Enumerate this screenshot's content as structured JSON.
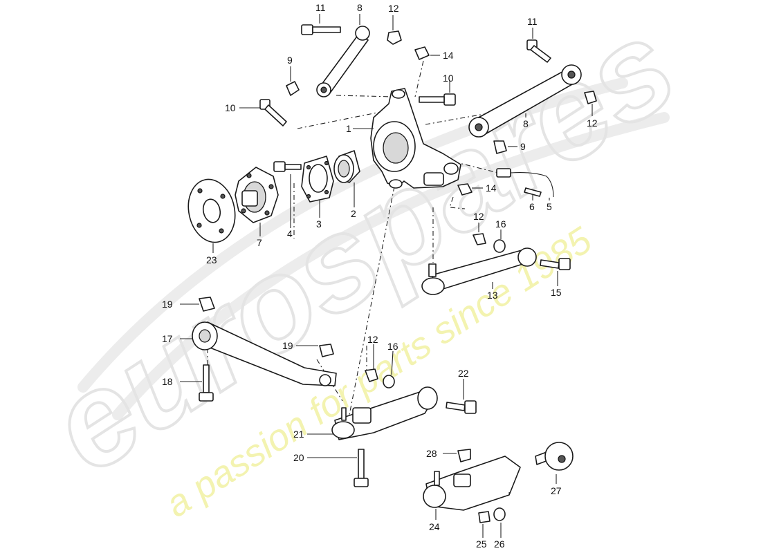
{
  "watermark": {
    "brand": "eurospares",
    "tagline": "a passion for parts since 1985",
    "brand_color": "#e6e6e6",
    "tagline_color": "#f2f2a0"
  },
  "callouts": {
    "c1": "1",
    "c2": "2",
    "c3": "3",
    "c4": "4",
    "c5": "5",
    "c6": "6",
    "c7": "7",
    "c8a": "8",
    "c8b": "8",
    "c9a": "9",
    "c9b": "9",
    "c10a": "10",
    "c10b": "10",
    "c11a": "11",
    "c11b": "11",
    "c12a": "12",
    "c12b": "12",
    "c12c": "12",
    "c12d": "12",
    "c13": "13",
    "c14a": "14",
    "c14b": "14",
    "c15": "15",
    "c16a": "16",
    "c16b": "16",
    "c17": "17",
    "c18": "18",
    "c19a": "19",
    "c19b": "19",
    "c20": "20",
    "c21": "21",
    "c22": "22",
    "c23": "23",
    "c24": "24",
    "c25": "25",
    "c26": "26",
    "c27": "27",
    "c28": "28"
  }
}
